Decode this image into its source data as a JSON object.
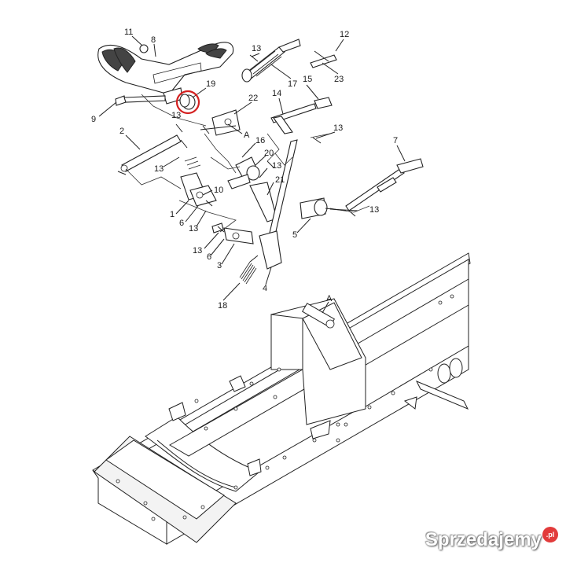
{
  "diagram": {
    "callouts": [
      "11",
      "8",
      "12",
      "13",
      "17",
      "23",
      "19",
      "15",
      "22",
      "14",
      "9",
      "13",
      "A",
      "13",
      "2",
      "16",
      "20",
      "13",
      "7",
      "13",
      "10",
      "21",
      "1",
      "6",
      "13",
      "13",
      "5",
      "13",
      "6",
      "3",
      "4",
      "18",
      "A"
    ],
    "highlight_color": "#d42020",
    "highlighted_callout": "19"
  },
  "watermark": {
    "text": "Sprzedajemy",
    "badge": ".pl"
  }
}
